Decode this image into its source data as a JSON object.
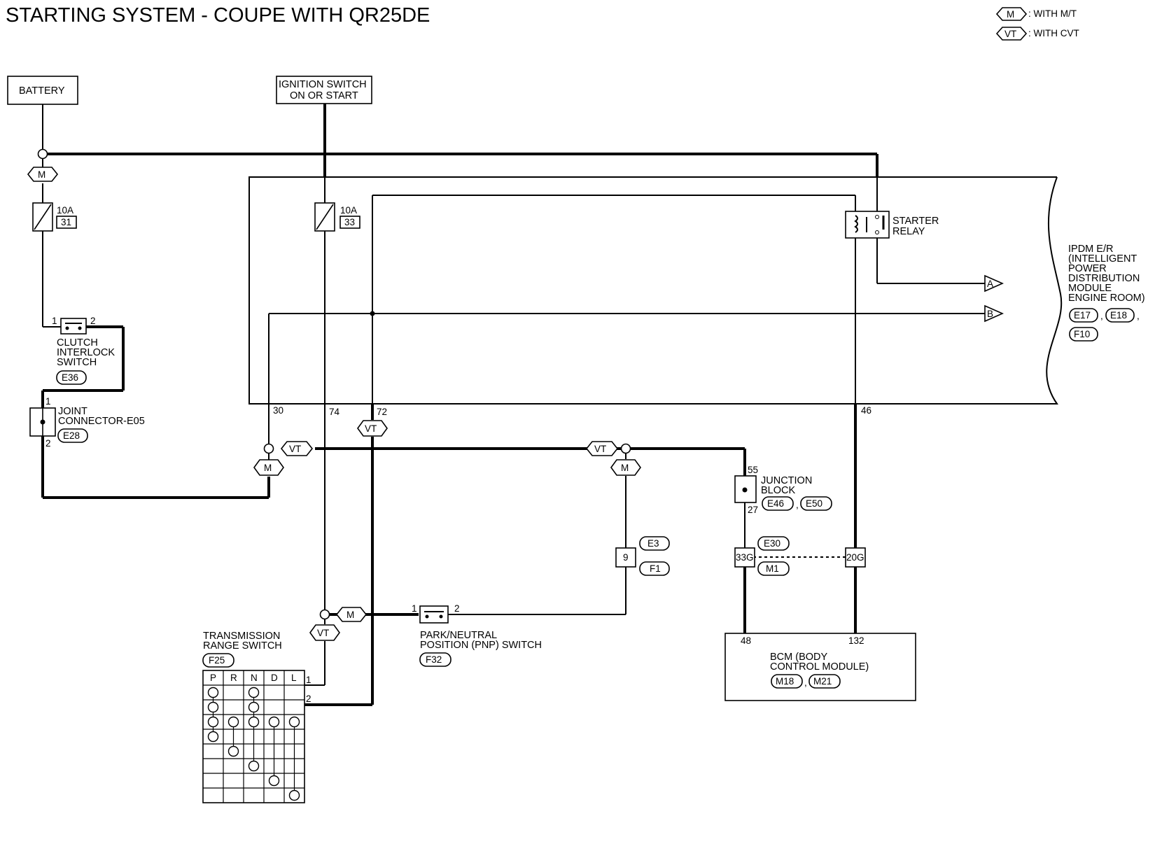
{
  "title": "STARTING SYSTEM - COUPE WITH QR25DE",
  "legend": [
    {
      "code": "M",
      "text": ": WITH M/T"
    },
    {
      "code": "VT",
      "text": ": WITH CVT"
    }
  ],
  "battery": "BATTERY",
  "ignition": [
    "IGNITION SWITCH",
    "ON OR START"
  ],
  "fuse1": {
    "amp": "10A",
    "num": "31"
  },
  "fuse2": {
    "amp": "10A",
    "num": "33"
  },
  "starter_relay": [
    "STARTER",
    "RELAY"
  ],
  "ipdm": {
    "lines": [
      "IPDM E/R",
      "(INTELLIGENT",
      "POWER",
      "DISTRIBUTION",
      "MODULE",
      "ENGINE ROOM)"
    ],
    "connectors": [
      "E17",
      "E18",
      "F10"
    ]
  },
  "arrows": [
    "A",
    "B"
  ],
  "clutch": {
    "lines": [
      "CLUTCH",
      "INTERLOCK",
      "SWITCH"
    ],
    "conn": "E36",
    "pin1": "1",
    "pin2": "2"
  },
  "joint": {
    "lines": [
      "JOINT",
      "CONNECTOR-E05"
    ],
    "conn": "E28",
    "pin1": "1",
    "pin2": "2"
  },
  "ipdm_pins": [
    "30",
    "74",
    "72",
    "46"
  ],
  "junction": {
    "lines": [
      "JUNCTION",
      "BLOCK"
    ],
    "conns": [
      "E46",
      "E50"
    ],
    "pin_top": "55",
    "pin_bot": "27"
  },
  "conn_e3": {
    "pin": "9",
    "conns": [
      "E3",
      "F1"
    ]
  },
  "conn_e30": {
    "pins": [
      "33G",
      "20G"
    ],
    "conns": [
      "E30",
      "M1"
    ]
  },
  "pnp": {
    "lines": [
      "PARK/NEUTRAL",
      "POSITION (PNP) SWITCH"
    ],
    "conn": "F32",
    "pin1": "1",
    "pin2": "2"
  },
  "trs": {
    "lines": [
      "TRANSMISSION",
      "RANGE SWITCH"
    ],
    "conn": "F25",
    "positions": [
      "P",
      "R",
      "N",
      "D",
      "L"
    ],
    "pin1": "1",
    "pin2": "2"
  },
  "bcm": {
    "lines": [
      "BCM (BODY",
      "CONTROL MODULE)"
    ],
    "conns": [
      "M18",
      "M21"
    ],
    "pins": [
      "48",
      "132"
    ]
  },
  "separator": ","
}
